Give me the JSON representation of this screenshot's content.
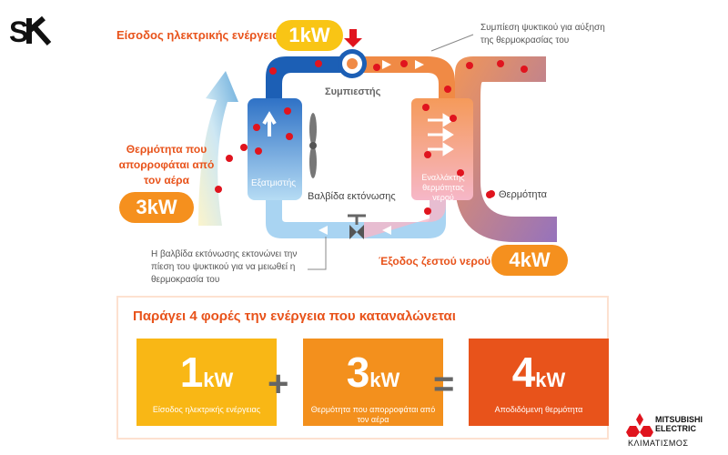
{
  "brand": {
    "logo_text": "SK"
  },
  "diagram": {
    "electric_input_label": "Είσοδος ηλεκτρικής ενέργειας",
    "electric_input_value": "1kW",
    "compressor_label": "Συμπιεστής",
    "compressor_note": "Συμπίεση ψυκτικού για αύξηση της θερμοκρασίας του",
    "air_heat_label": "Θερμότητα που απορροφάται από τον αέρα",
    "air_heat_value": "3kW",
    "evaporator_label": "Εξατμιστής",
    "exchanger_label": "Εναλλάκτης θερμότητας νερού",
    "valve_label": "Βαλβίδα εκτόνωσης",
    "valve_note": "Η βαλβίδα εκτόνωσης εκτονώνει την πίεση του ψυκτικού για να μειωθεί η θερμοκρασία του",
    "heat_legend": "Θερμότητα",
    "hot_water_label": "Έξοδος ζεστού νερού",
    "hot_water_value": "4kW"
  },
  "summary": {
    "heading": "Παράγει 4 φορές την ενέργεια που καταναλώνεται",
    "boxes": [
      {
        "number": "1",
        "unit": "kW",
        "caption": "Είσοδος ηλεκτρικής ενέργειας",
        "color": "#f9b715"
      },
      {
        "number": "3",
        "unit": "kW",
        "caption": "Θερμότητα που απορροφάται από τον αέρα",
        "color": "#f3901d"
      },
      {
        "number": "4",
        "unit": "kW",
        "caption": "Αποδιδόμενη θερμότητα",
        "color": "#e8531b"
      }
    ],
    "plus": "+",
    "equals": "="
  },
  "footer": {
    "maker_line1": "MITSUBISHI",
    "maker_line2": "ELECTRIC",
    "maker_line3": "ΚΛΙΜΑΤΙΣΜΟΣ"
  },
  "colors": {
    "accent": "#e8531b",
    "orange": "#f5901e",
    "yellow": "#f9c515",
    "blue": "#1c5fb5",
    "dot": "#e0141e"
  }
}
